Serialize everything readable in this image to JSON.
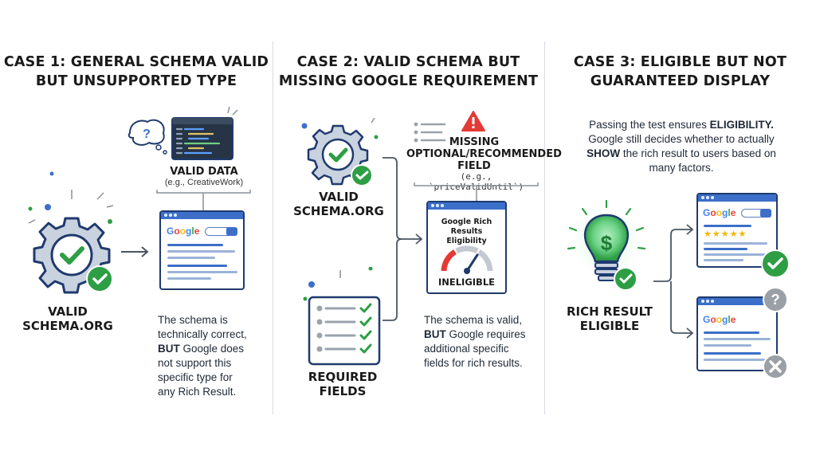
{
  "case1": {
    "title_line1": "CASE 1: GENERAL SCHEMA VALID",
    "title_line2": "BUT UNSUPPORTED TYPE",
    "valid_data_label": "VALID DATA",
    "valid_data_example": "(e.g., CreativeWork)",
    "gear_label_line1": "VALID",
    "gear_label_line2": "SCHEMA.ORG",
    "body_line1": "The schema is",
    "body_line2": "technically correct,",
    "body_line3_bold": "BUT",
    "body_line3_rest": " Google does",
    "body_line4": "not support this",
    "body_line5": "specific type for",
    "body_line6": "any Rich Result.",
    "google_text": "Google"
  },
  "case2": {
    "title_line1": "CASE 2: VALID SCHEMA BUT",
    "title_line2": "MISSING GOOGLE REQUIREMENT",
    "gear_label_line1": "VALID",
    "gear_label_line2": "SCHEMA.ORG",
    "missing_line1": "MISSING",
    "missing_line2": "OPTIONAL/RECOMMENDED",
    "missing_line3": "FIELD",
    "missing_example": "(e.g., `priceValidUntil`)",
    "panel_title_line1": "Google Rich Results",
    "panel_title_line2": "Eligibility",
    "panel_status": "INELIGIBLE",
    "required_line1": "REQUIRED",
    "required_line2": "FIELDS",
    "body_line1": "The schema is valid,",
    "body_line2_bold": "BUT",
    "body_line2_rest": " Google requires",
    "body_line3": "additional specific",
    "body_line4": "fields for rich results."
  },
  "case3": {
    "title_line1": "CASE 3: ELIGIBLE BUT NOT",
    "title_line2": "GUARANTEED DISPLAY",
    "intro_line1_pre": "Passing the test ensures ",
    "intro_line1_bold": "ELIGIBILITY.",
    "intro_line2": "Google still decides whether to actually",
    "intro_line3_bold": "SHOW",
    "intro_line3_rest": " the rich result to users based on",
    "intro_line4": "many factors.",
    "bulb_label_line1": "RICH RESULT",
    "bulb_label_line2": "ELIGIBLE",
    "google_text": "Google",
    "stars": "★★★★★"
  },
  "colors": {
    "green": "#2e9e45",
    "blue": "#3b6fc9",
    "navy": "#1f3a6e",
    "red": "#e53935",
    "gray": "#8a9099"
  }
}
